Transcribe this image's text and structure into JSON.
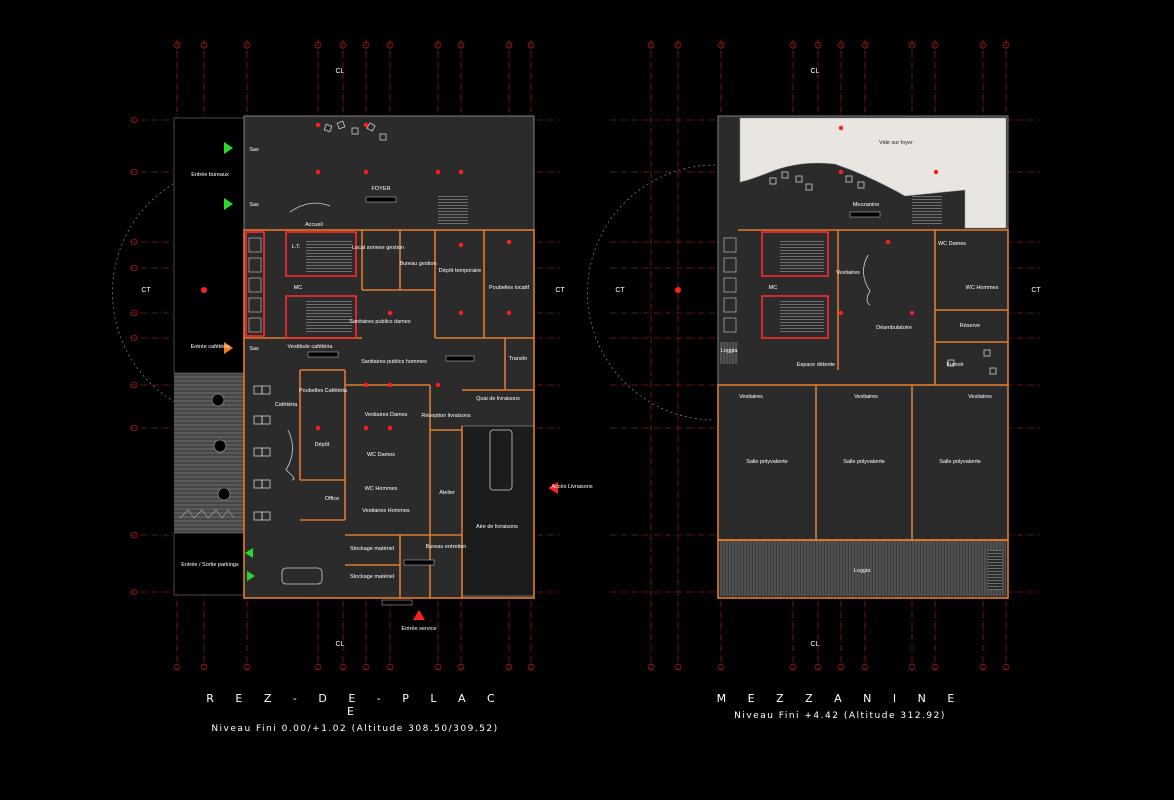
{
  "plans": {
    "ground": {
      "title": "R E Z - D E - P L A C E",
      "subtitle": "Niveau Fini  0.00/+1.02  (Altitude  308.50/309.52)",
      "rooms": {
        "sas1": "Sas",
        "sas2": "Sas",
        "sas3": "Sas",
        "entree_bureaux": "Entrée bureaux",
        "entree_cafeteria": "Entrée cafétéria",
        "entree_parking": "Entrée / Sortie parkings",
        "foyer": "FOYER",
        "accueil": "Accueil",
        "lt": "L.T.",
        "local_annexe": "Local annexe gestion",
        "bureau_gestion": "Bureau gestion",
        "depot_temporaire": "Dépôt temporaire",
        "poubelles_locatif": "Poubelles locatif",
        "mc": "MC",
        "sanitaires_dames": "Sanitaires publics dames",
        "sanitaires_hommes": "Sanitaires publics hommes",
        "vestibule": "Vestibule cafétéria",
        "transfo": "Transfo",
        "poubelles_cafeteria": "Poubelles Cafétéria",
        "cafeteria": "Cafétéria",
        "vestiaires_dames": "Vestiaires Dames",
        "reception": "Réception livraisons",
        "quai": "Quai de livraisons",
        "depot": "Dépôt",
        "wc_dames": "WC Dames",
        "wc_hommes": "WC Hommes",
        "vestiaires_hommes": "Vestiaires Hommes",
        "atelier": "Atelier",
        "aire": "Aire de livraisons",
        "office": "Office",
        "stockage1": "Stockage matériel",
        "stockage2": "Stockage matériel",
        "bureau_entretien": "Bureau entretien",
        "entree_service": "Entrée service",
        "acces_livraisons": "Accès Livraisons",
        "ct_left": "CT",
        "ct_right": "CT",
        "cl_top": "CL",
        "cl_bottom": "CL"
      }
    },
    "mezzanine": {
      "title": "M E Z Z A N I N E",
      "subtitle": "Niveau Fini +4.42  (Altitude  312.92)",
      "rooms": {
        "vide": "Vide sur foyer",
        "mezzanine": "Mezzanine",
        "wc_dames": "WC Dames",
        "wc_hommes": "WC Hommes",
        "mc": "MC",
        "vestiaires": "Vestiaires",
        "deambulatoire": "Déambulatoire",
        "reserve": "Réserve",
        "loggia_small": "Loggia",
        "espace_detente": "Espace détente",
        "fumoir": "Fumoir",
        "vest1": "Vestiaires",
        "vest2": "Vestiaires",
        "vest3": "Vestiaires",
        "salle1": "Salle polyvalente",
        "salle2": "Salle polyvalente",
        "salle3": "Salle polyvalente",
        "loggia": "Loggia",
        "ct_left": "CT",
        "ct_right": "CT",
        "cl_top": "CL",
        "cl_bottom": "CL"
      }
    }
  },
  "colors": {
    "background": "#000000",
    "slab": "#2b2b2b",
    "wall": "#e07a2c",
    "grid": "#c81e1e",
    "core_wall": "#ff2a2a",
    "arrow_green": "#2dd82d",
    "arrow_orange": "#ff7a1a",
    "arrow_red": "#ff1f1f",
    "void": "#e9e6e1"
  }
}
